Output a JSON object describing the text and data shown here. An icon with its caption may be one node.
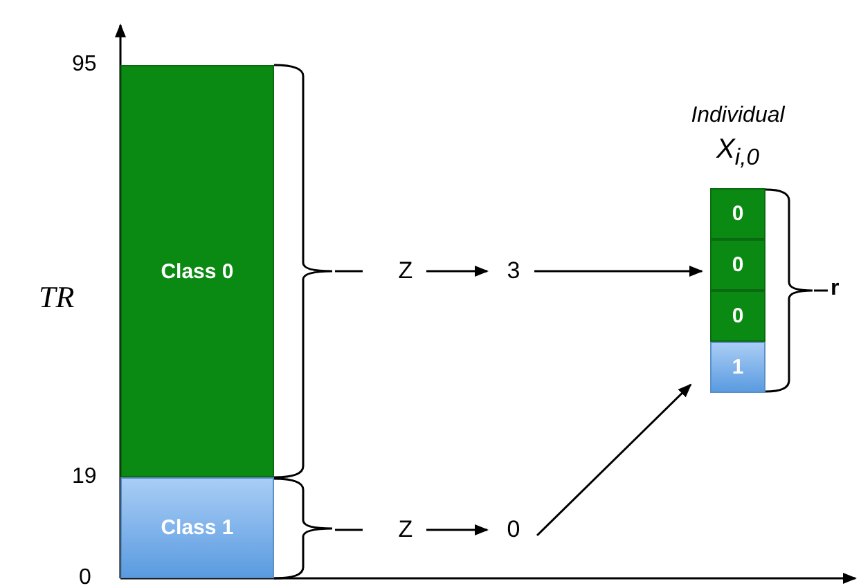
{
  "diagram": {
    "nodes": [
      {
        "text": [
          "Class 0"
        ]
      },
      {
        "text": [
          "Class 1"
        ]
      },
      {
        "text": [
          "Z"
        ]
      },
      {
        "text": [
          "3"
        ]
      },
      {
        "text": [
          "Z"
        ]
      },
      {
        "text": [
          "0"
        ]
      },
      {
        "text": [
          "Individual",
          "X$_{i,0}$"
        ]
      },
      {
        "text": [
          "0"
        ],
        "in": 6
      },
      {
        "text": [
          "0"
        ],
        "in": 6
      },
      {
        "text": [
          "0"
        ],
        "in": 6
      },
      {
        "text": [
          "1"
        ],
        "in": 6
      }
    ],
    "edges": [
      {
        "from": 2,
        "to": 3,
        "arrow": "to"
      },
      {
        "from": 3,
        "to": 8,
        "arrow": "to"
      },
      {
        "from": 4,
        "to": 5,
        "arrow": "to"
      },
      {
        "from": 5,
        "to": 10,
        "arrow": "to"
      }
    ],
    "labels": [
      "95",
      "19",
      "0",
      "TR",
      "r"
    ]
  }
}
